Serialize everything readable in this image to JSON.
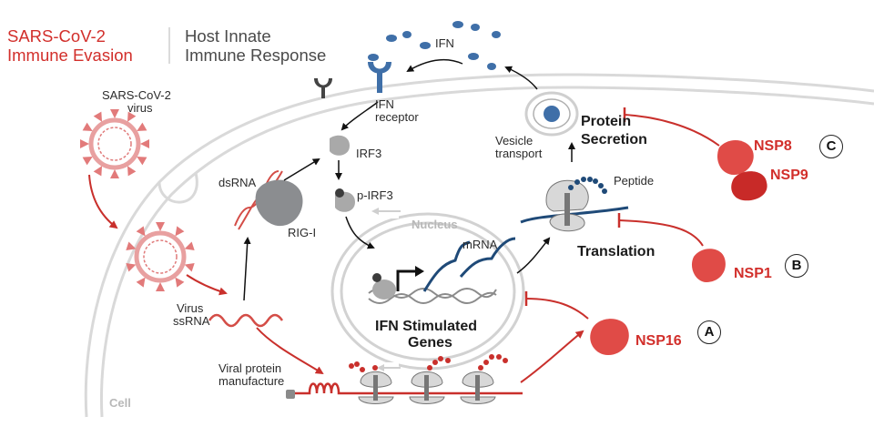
{
  "header": {
    "left_title_line1": "SARS-CoV-2",
    "left_title_line2": "Immune Evasion",
    "right_title_line1": "Host Innate",
    "right_title_line2": "Immune Response"
  },
  "labels": {
    "virus_line1": "SARS-CoV-2",
    "virus_line2": "virus",
    "cell": "Cell",
    "nucleus": "Nucleus",
    "ifn": "IFN",
    "ifn_receptor_line1": "IFN",
    "ifn_receptor_line2": "receptor",
    "irf3": "IRF3",
    "p_irf3": "p-IRF3",
    "dsrna": "dsRNA",
    "rig_i": "RIG-I",
    "virus_ssrna_line1": "Virus",
    "virus_ssrna_line2": "ssRNA",
    "viral_protein_line1": "Viral protein",
    "viral_protein_line2": "manufacture",
    "mrna": "mRNA",
    "isg_line1": "IFN Stimulated",
    "isg_line2": "Genes",
    "vesicle_line1": "Vesicle",
    "vesicle_line2": "transport",
    "peptide": "Peptide",
    "protein_secretion_line1": "Protein",
    "protein_secretion_line2": "Secretion",
    "translation": "Translation"
  },
  "inhibitors": [
    {
      "id": "C",
      "names": [
        "NSP8",
        "NSP9"
      ],
      "target": "Protein Secretion"
    },
    {
      "id": "B",
      "names": [
        "NSP1"
      ],
      "target": "Translation"
    },
    {
      "id": "A",
      "names": [
        "NSP16"
      ],
      "target": "IFN Stimulated Genes"
    }
  ],
  "colors": {
    "viral_red": "#d22f2b",
    "host_blue": "#3f6fa8",
    "dark_blue": "#1f4a78",
    "membrane_grey": "#d9d9d9",
    "protein_grey": "#a9a9a9"
  }
}
